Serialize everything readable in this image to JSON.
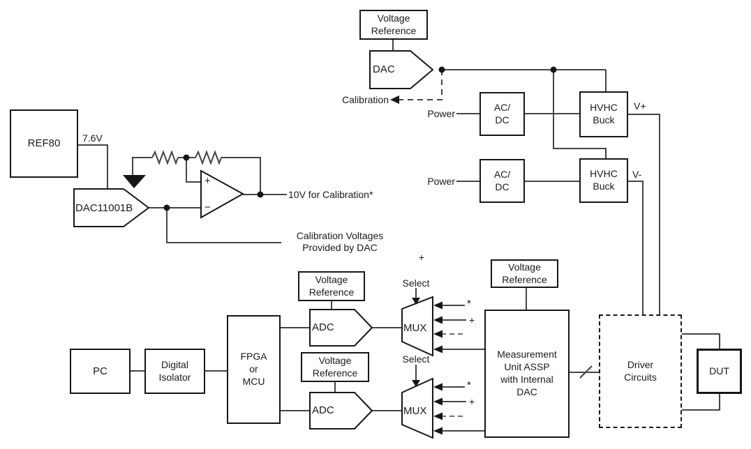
{
  "title": "Measurement system with calibration block diagram",
  "blocks": {
    "voltage_reference": "Voltage\nReference",
    "dac": "DAC",
    "ref80": "REF80",
    "dac11001b": "DAC11001B",
    "acdc": "AC/\nDC",
    "hvhc_buck": "HVHC\nBuck",
    "pc": "PC",
    "digital_isolator": "Digital\nIsolator",
    "fpga_mcu": "FPGA\nor\nMCU",
    "adc": "ADC",
    "mux": "MUX",
    "measurement_unit": "Measurement\nUnit ASSP\nwith Internal\nDAC",
    "driver_circuits": "Driver\nCircuits",
    "dut": "DUT"
  },
  "labels": {
    "calibration": "Calibration",
    "power": "Power",
    "v_plus": "V+",
    "v_minus": "V-",
    "ref_out_voltage": "7.6V",
    "ten_v_calibration": "10V for Calibration*",
    "cal_voltages": "Calibration Voltages\nProvided by DAC",
    "select": "Select",
    "star": "*",
    "plus": "+",
    "opamp_plus": "+",
    "opamp_minus": "−"
  },
  "colors": {
    "background": "#ffffff",
    "border": "#161616",
    "wire": "#444444",
    "dashed_mux_input": "#6e6e6e",
    "text": "#1a1a1a"
  }
}
